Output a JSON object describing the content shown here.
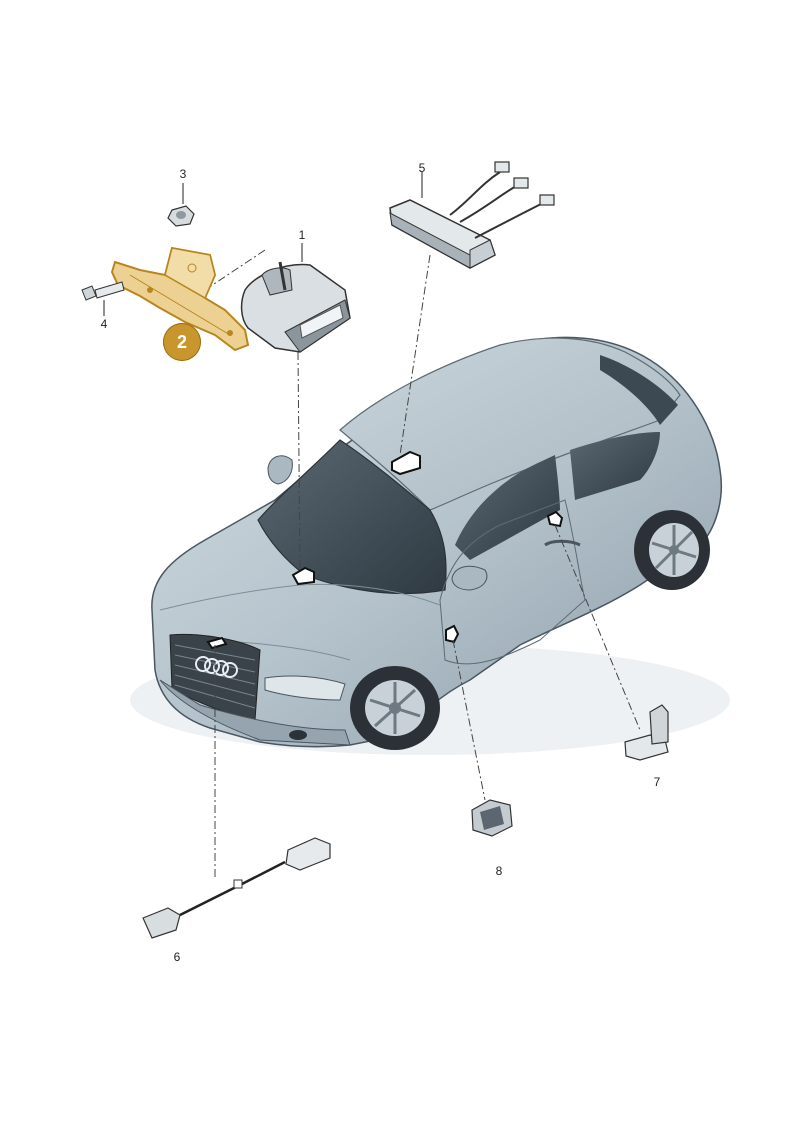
{
  "callouts": {
    "p1": "1",
    "p2": "2",
    "p3": "3",
    "p4": "4",
    "p5": "5",
    "p6": "6",
    "p7": "7",
    "p8": "8"
  },
  "colors": {
    "highlight": "#c99a2e",
    "highlight_fill": "#e9c97a",
    "body_paint": "#b8c6cf",
    "body_dark": "#7d8e99",
    "glass": "#3f4c56",
    "line": "#2b2f33",
    "badge": "#c8962c"
  },
  "icons": [
    "airbag-control-unit-icon",
    "bracket-icon",
    "nut-icon",
    "bolt-icon",
    "control-module-icon",
    "wiring-harness-icon",
    "sensor-icon",
    "switch-icon",
    "car-icon"
  ]
}
